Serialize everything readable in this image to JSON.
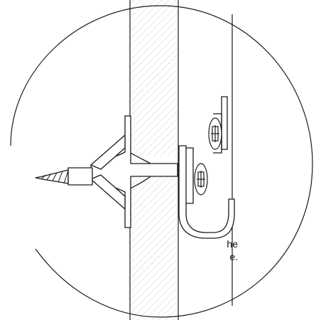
{
  "caption": {
    "line1": "he",
    "line2": "e."
  },
  "colors": {
    "line": "#1a1a1a",
    "hatch": "#777777",
    "background": "#ffffff"
  },
  "parts": [
    "toggle-bolt-anchor",
    "drywall",
    "mounting-bracket",
    "screw-head-upper",
    "screw-head-lower",
    "magnifier-circle"
  ]
}
